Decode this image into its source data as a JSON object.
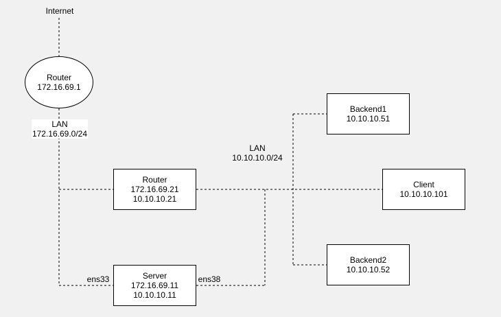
{
  "internet_label": "Internet",
  "wan_router": {
    "name": "Router",
    "ip": "172.16.69.1"
  },
  "lan_outer": {
    "label": "LAN",
    "subnet": "172.16.69.0/24"
  },
  "lan_inner": {
    "label": "LAN",
    "subnet": "10.10.10.0/24"
  },
  "inner_router": {
    "name": "Router",
    "ip1": "172.16.69.21",
    "ip2": "10.10.10.21"
  },
  "server": {
    "name": "Server",
    "ip1": "172.16.69.11",
    "ip2": "10.10.10.11",
    "if_left": "ens33",
    "if_right": "ens38"
  },
  "backend1": {
    "name": "Backend1",
    "ip": "10.10.10.51"
  },
  "backend2": {
    "name": "Backend2",
    "ip": "10.10.10.52"
  },
  "client": {
    "name": "Client",
    "ip": "10.10.10.101"
  },
  "colors": {
    "background": "#f1f1f1",
    "node_fill": "#ffffff",
    "stroke": "#000000"
  }
}
